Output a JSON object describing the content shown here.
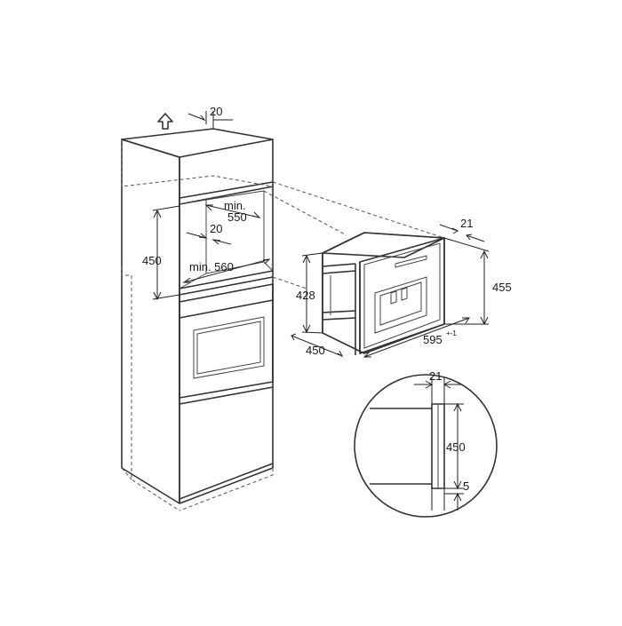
{
  "dimensions": {
    "top_gap": "20",
    "niche_depth_min": "min.",
    "niche_depth_val": "550",
    "inner_gap": "20",
    "niche_height": "450",
    "niche_width": "min. 560",
    "appliance_height": "428",
    "appliance_depth": "450",
    "appliance_width": "595",
    "appliance_width_tol": "+-1",
    "front_height": "455",
    "front_thickness": "21",
    "detail_thickness": "21",
    "detail_height": "450",
    "detail_bottom": "5"
  },
  "colors": {
    "line": "#333333",
    "background": "#ffffff"
  },
  "icons": {
    "up_arrow": "ventilation-up-arrow-icon"
  }
}
